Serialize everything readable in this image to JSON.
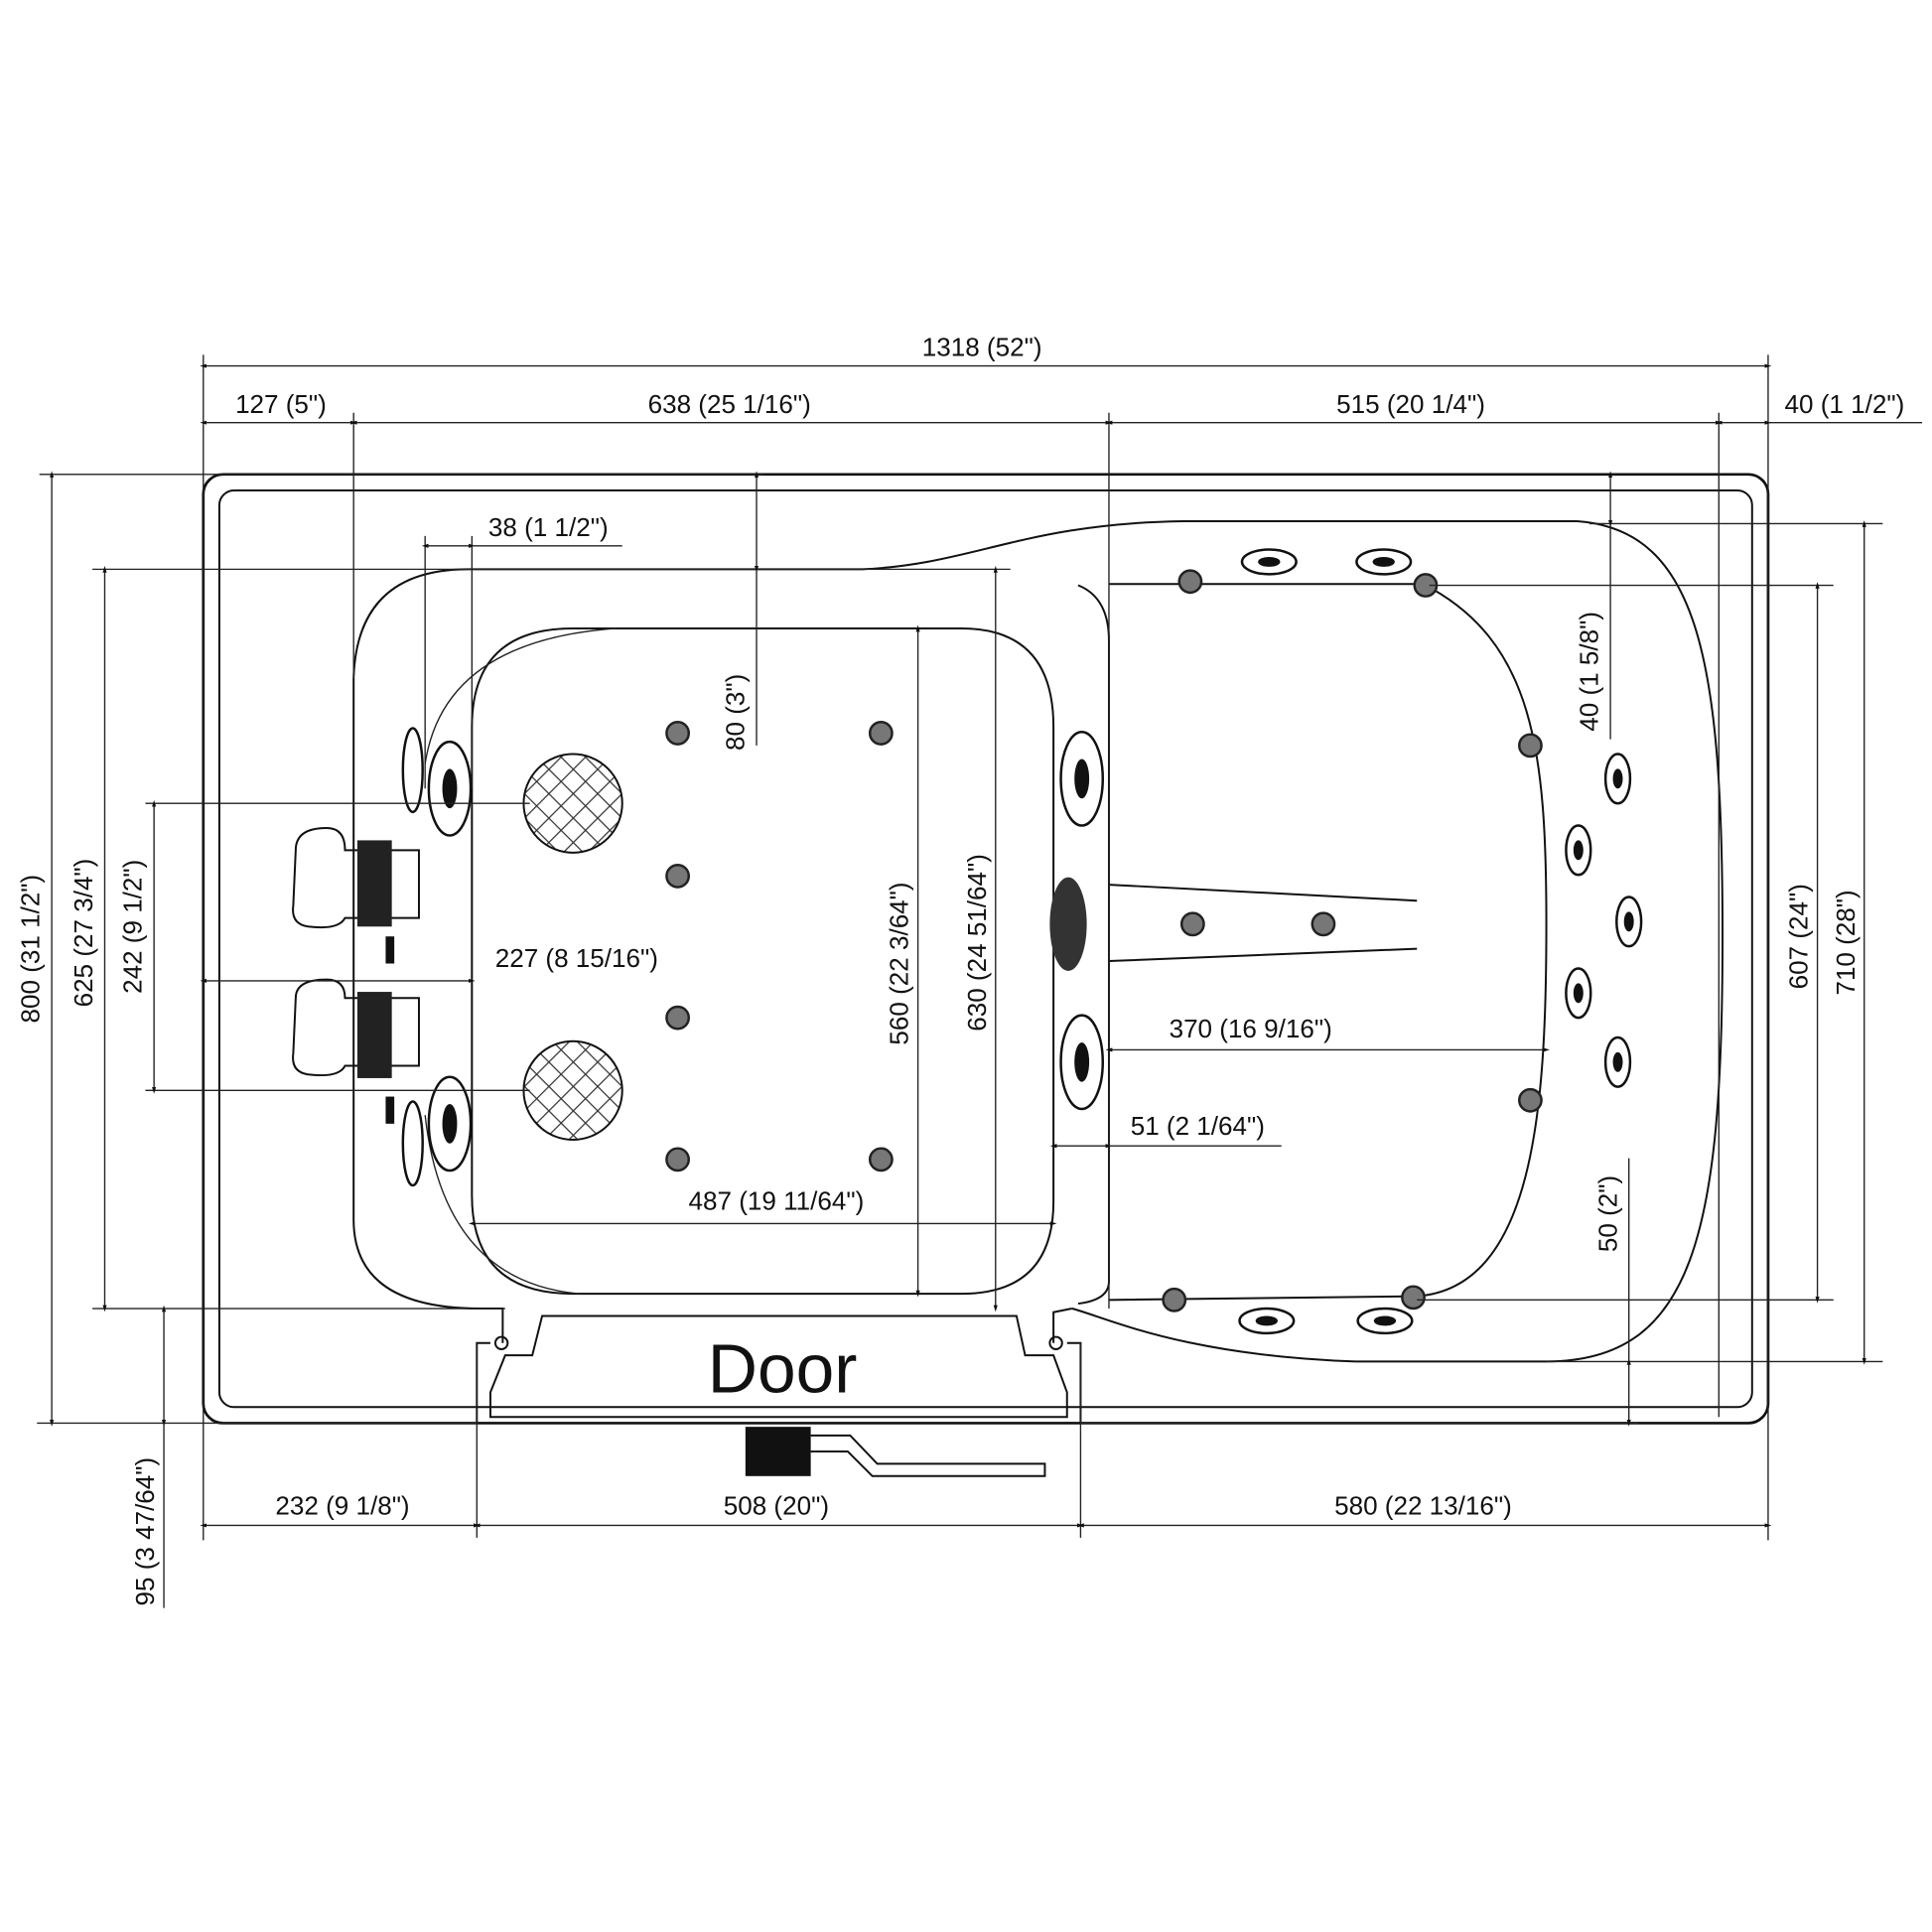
{
  "drawing": {
    "title": "Walk-in tub plan view",
    "door_label": "Door",
    "dimensions": {
      "overall_length": "1318 (52\")",
      "seg_left": "127 (5\")",
      "seg_seat": "638 (25 1/16\")",
      "seg_foot": "515 (20 1/4\")",
      "seg_right": "40 (1 1/2\")",
      "overall_width": "800 (31 1/2\")",
      "inner_width": "625 (27 3/4\")",
      "valve_spacing": "242 (9 1/2\")",
      "step": "95 (3 47/64\")",
      "bottom_left": "232 (9 1/8\")",
      "door_width": "508 (20\")",
      "bottom_right": "580 (22 13/16\")",
      "rim_offset": "38 (1 1/2\")",
      "seat_top": "80 (3\")",
      "valve_depth": "227 (8 15/16\")",
      "seat_depth": "560 (22 3/64\")",
      "seat_outer": "630 (24 51/64\")",
      "seat_length": "487 (19 11/64\")",
      "foot_length": "370 (16 9/16\")",
      "foot_gap": "51 (2 1/64\")",
      "foot_top": "40 (1 5/8\")",
      "foot_bottom": "50 (2\")",
      "foot_inner_width": "607 (24\")",
      "foot_outer_width": "710 (28\")"
    }
  }
}
